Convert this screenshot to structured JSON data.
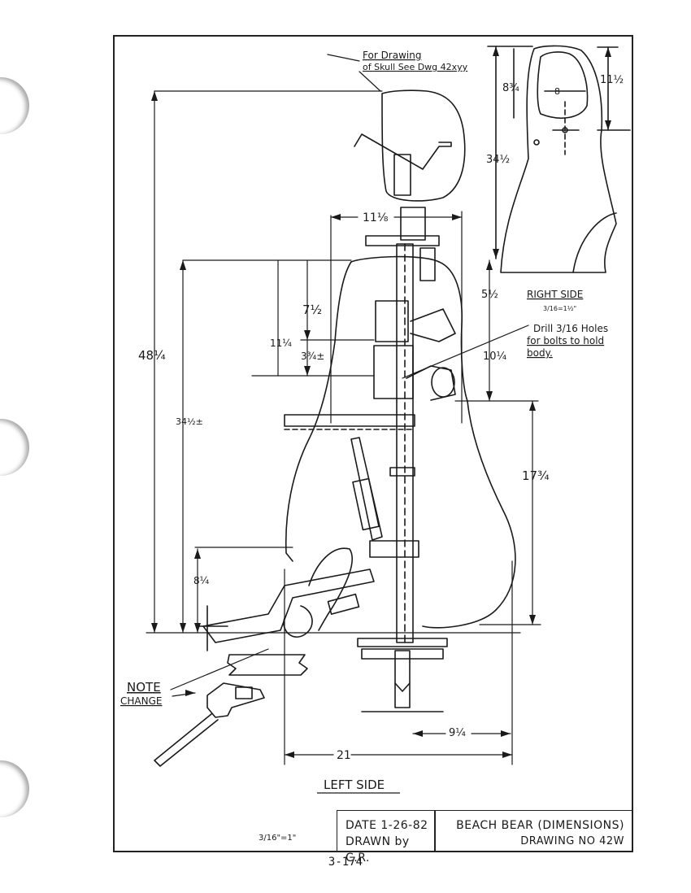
{
  "notes": {
    "skull_ref_line1": "For Drawing",
    "skull_ref_line2": "of Skull See Dwg 42xyy",
    "drill_line1": "Drill 3/16 Holes",
    "drill_line2": "for bolts to hold",
    "drill_line3": "body.",
    "note_change_1": "NOTE",
    "note_change_2": "CHANGE"
  },
  "views": {
    "right_side_title": "RIGHT SIDE",
    "right_side_scale": "3/16=1½\"",
    "left_side_title": "LEFT SIDE"
  },
  "dimensions": {
    "total_height": "48¼",
    "body_height": "34½±",
    "width_top": "11⅛",
    "seg_7": "7½",
    "seg_11": "11¼",
    "seg_3": "3¾±",
    "seg_5": "5½",
    "seg_10": "10¼",
    "seg_17": "17¾",
    "seg_8": "8¼",
    "base_21": "21",
    "base_9": "9¼",
    "rs_8_3_4": "8¾",
    "rs_8": "8",
    "rs_11_1_2": "11½",
    "rs_34_1_2": "34½"
  },
  "title_block": {
    "date": "DATE 1-26-82",
    "drawn_by": "DRAWN by C.R.",
    "title": "BEACH BEAR (DIMENSIONS)",
    "drawing_no": "DRAWING NO 42W",
    "scale": "3/16\"=1\""
  },
  "page_number": "3-174"
}
